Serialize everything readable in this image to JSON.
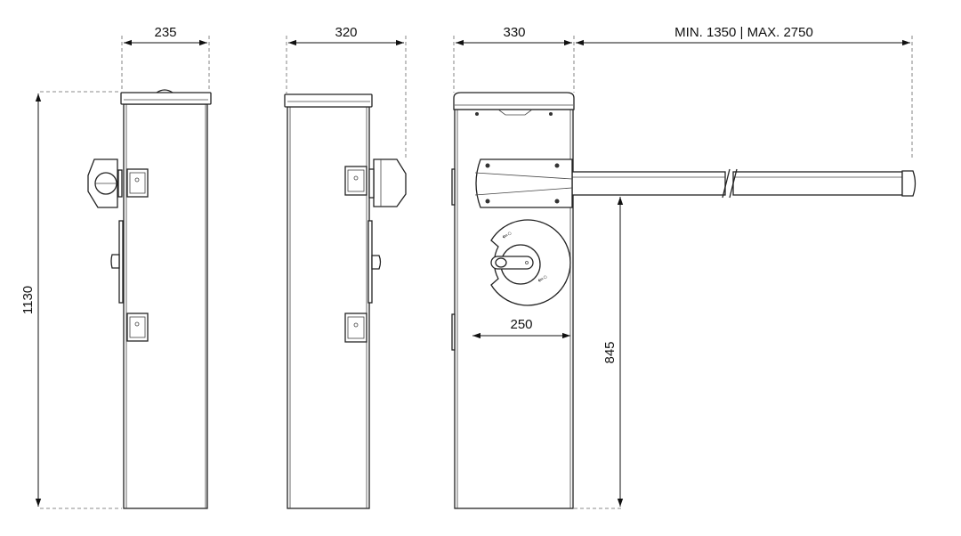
{
  "dimensions": {
    "side_left_width": "235",
    "side_right_width": "320",
    "front_width": "330",
    "boom_length": "MIN. 1350 | MAX. 2750",
    "total_height": "1130",
    "door_width": "250",
    "boom_height": "845"
  },
  "colors": {
    "line": "#222222",
    "background": "#ffffff"
  }
}
